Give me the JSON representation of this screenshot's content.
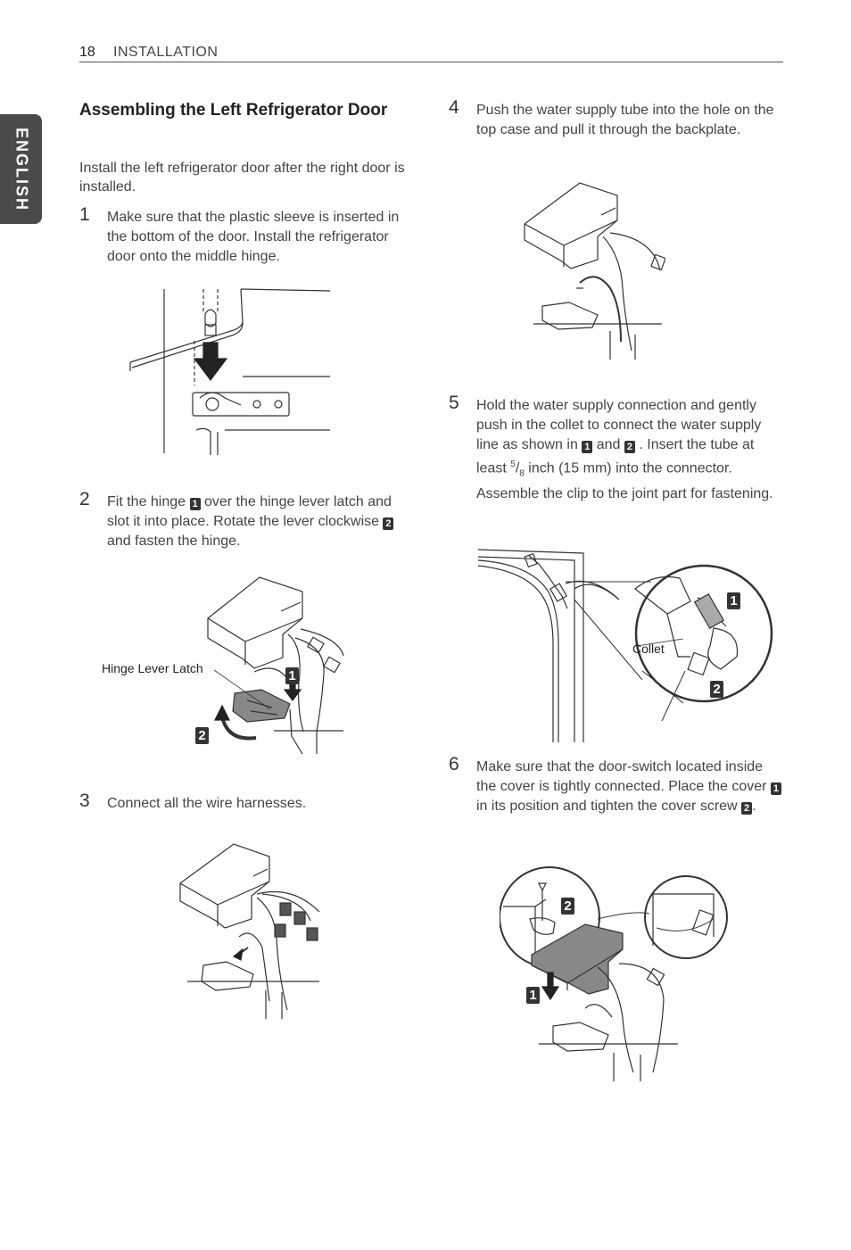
{
  "header": {
    "page_number": "18",
    "section": "INSTALLATION"
  },
  "side_tab": {
    "language": "ENGLISH"
  },
  "title": "Assembling the Left Refrigerator Door",
  "intro": "Install the left refrigerator door after the right door is installed.",
  "steps": [
    {
      "number": "1",
      "text": "Make sure that the plastic sleeve is inserted in the bottom of the door. Install the refrigerator door onto the middle hinge."
    },
    {
      "number": "2",
      "text_a": "Fit the hinge",
      "text_b": "over the hinge lever latch and slot it into place. Rotate the lever clockwise",
      "text_c": "and fasten the hinge."
    },
    {
      "number": "3",
      "text": "Connect all the wire harnesses."
    },
    {
      "number": "4",
      "text": "Push the water supply tube into the hole on the top case and pull it through the backplate."
    },
    {
      "number": "5",
      "text_a": "Hold the water supply connection and gently push in the collet to connect the water supply line as shown in",
      "text_b": "and",
      "text_c": ". Insert the tube at least",
      "frac_num": "5",
      "frac_den": "8",
      "text_d": "inch (15 mm) into the connector. Assemble the clip to the joint part for fastening."
    },
    {
      "number": "6",
      "text_a": "Make sure that the door-switch located inside the cover is tightly connected. Place the cover",
      "text_b": "in its position and tighten the cover screw",
      "text_c": "."
    }
  ],
  "badges": {
    "one": "1",
    "two": "2"
  },
  "figure_labels": {
    "hinge_lever_latch": "Hinge Lever Latch",
    "collet": "Collet"
  }
}
